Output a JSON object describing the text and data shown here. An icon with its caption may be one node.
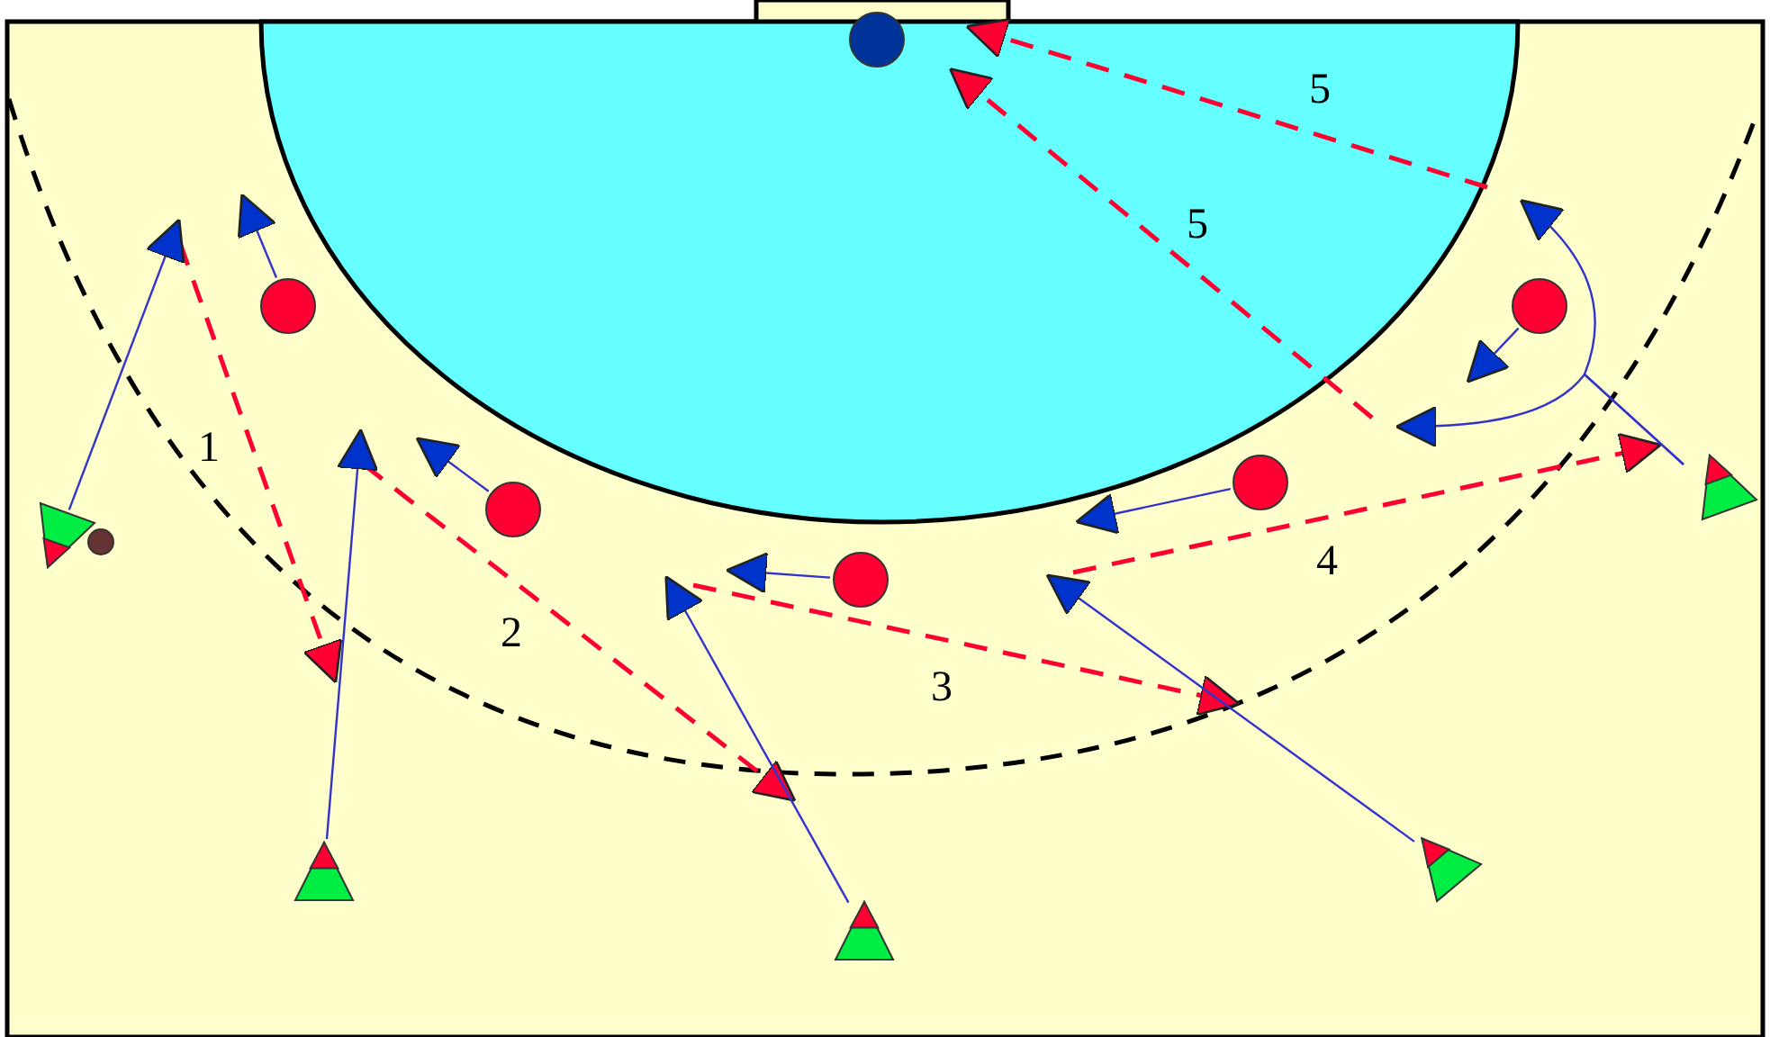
{
  "diagram": {
    "nodes": [
      {
        "text": [],
        "shape": "circle"
      },
      {
        "text": [],
        "shape": "circle"
      },
      {
        "text": [],
        "shape": "circle"
      },
      {
        "text": [],
        "shape": "circle"
      },
      {
        "text": [],
        "shape": "circle"
      },
      {
        "text": [],
        "shape": "circle"
      },
      {
        "text": [],
        "shape": "triangle"
      },
      {
        "text": [],
        "shape": "circle"
      },
      {
        "text": [],
        "shape": "triangle"
      },
      {
        "text": [],
        "shape": "triangle"
      },
      {
        "text": [],
        "shape": "triangle"
      },
      {
        "text": [],
        "shape": "triangle"
      }
    ],
    "edges": [
      {
        "from": 1,
        "to": null,
        "arrow": "to"
      },
      {
        "from": 2,
        "to": null,
        "arrow": "to"
      },
      {
        "from": 3,
        "to": null,
        "arrow": "to"
      },
      {
        "from": 4,
        "to": null,
        "arrow": "to"
      },
      {
        "from": 5,
        "to": null,
        "arrow": "to"
      },
      {
        "from": 6,
        "to": null,
        "arrow": "to"
      },
      {
        "from": 8,
        "to": null,
        "arrow": "to"
      },
      {
        "from": 9,
        "to": null,
        "arrow": "to"
      },
      {
        "from": 10,
        "to": null,
        "arrow": "to"
      },
      {
        "from": 11,
        "to": null,
        "arrow": "to"
      },
      {
        "from": 11,
        "to": null,
        "arrow": "to"
      }
    ],
    "labels": [
      "1",
      "2",
      "3",
      "4",
      "5",
      "5"
    ]
  }
}
